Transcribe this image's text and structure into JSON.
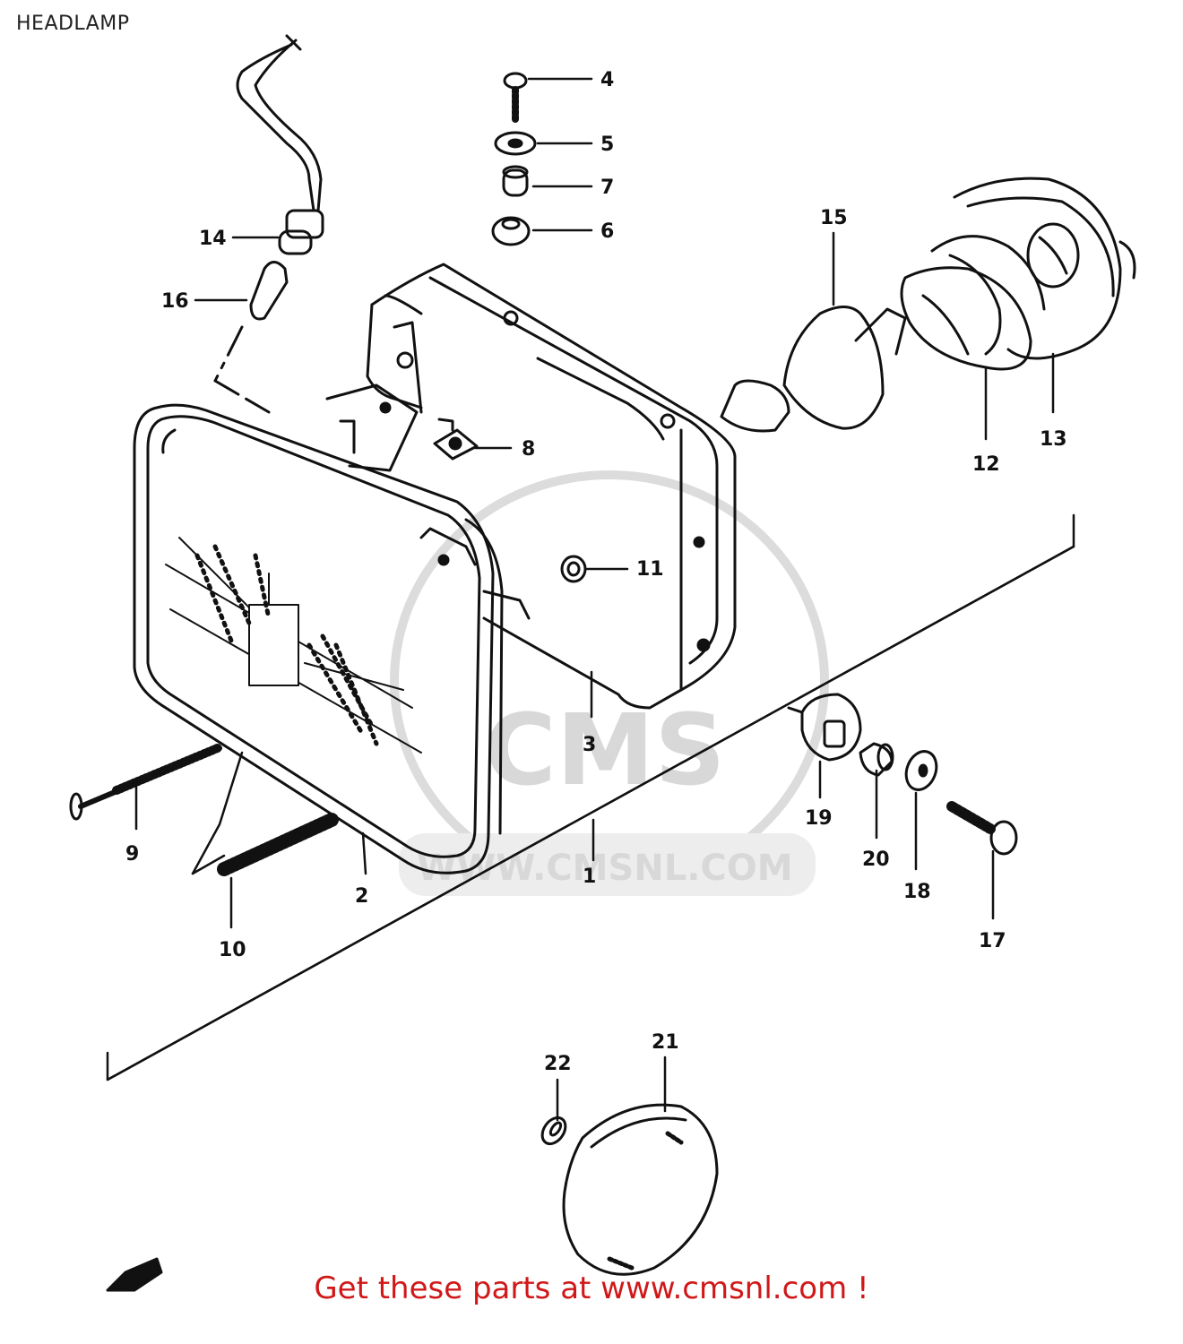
{
  "title": "HEADLAMP",
  "footer": "Get these parts at www.cmsnl.com !",
  "watermark": {
    "brand": "CMS",
    "url": "WWW.CMSNL.COM"
  },
  "part_labels": [
    "1",
    "2",
    "3",
    "4",
    "5",
    "6",
    "7",
    "8",
    "9",
    "10",
    "11",
    "12",
    "13",
    "14",
    "15",
    "16",
    "17",
    "18",
    "19",
    "20",
    "21",
    "22"
  ],
  "colors": {
    "line": "#111111",
    "footer": "#d01818",
    "watermark": "#d8d8d8"
  },
  "icons": [
    "front-direction-arrow-icon"
  ]
}
